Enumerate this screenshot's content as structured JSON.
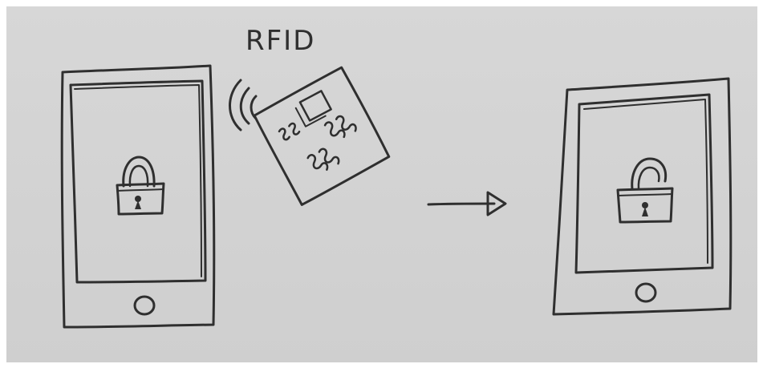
{
  "diagram": {
    "rfid_label": "RFID",
    "left_phone_state": "locked",
    "right_phone_state": "unlocked"
  },
  "colors": {
    "paper": "#d2d2d2",
    "ink": "#2f2f2f",
    "frame": "#ffffff"
  },
  "icons": {
    "lock_closed": "padlock-closed-icon",
    "lock_open": "padlock-open-icon",
    "signal": "wireless-signal-icon",
    "card": "rfid-card-icon",
    "arrow": "right-arrow-icon"
  }
}
